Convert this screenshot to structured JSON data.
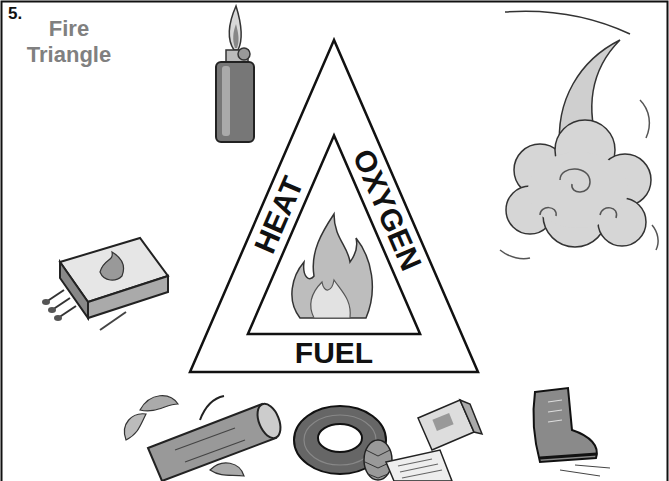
{
  "diagram": {
    "title": "Fire Triangle",
    "labels": [
      "5.",
      "HEAT",
      "OXYGEN",
      "FUEL"
    ]
  }
}
